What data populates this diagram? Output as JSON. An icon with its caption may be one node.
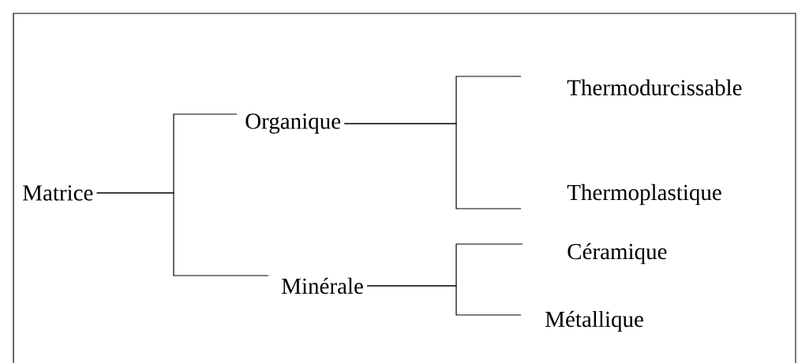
{
  "diagram": {
    "nodes": [
      {
        "text": [
          "Matrice"
        ]
      },
      {
        "text": [
          "Organique"
        ]
      },
      {
        "text": [
          "Minérale"
        ]
      },
      {
        "text": [
          "Thermodurcissable"
        ]
      },
      {
        "text": [
          "Thermoplastique"
        ]
      },
      {
        "text": [
          "Céramique"
        ]
      },
      {
        "text": [
          "Métallique"
        ]
      }
    ],
    "edges": [
      {
        "from": 0,
        "to": 1,
        "arrow": "none"
      },
      {
        "from": 0,
        "to": 2,
        "arrow": "none"
      },
      {
        "from": 1,
        "to": 3,
        "arrow": "none"
      },
      {
        "from": 1,
        "to": 4,
        "arrow": "none"
      },
      {
        "from": 2,
        "to": 5,
        "arrow": "none"
      },
      {
        "from": 2,
        "to": 6,
        "arrow": "none"
      }
    ]
  }
}
